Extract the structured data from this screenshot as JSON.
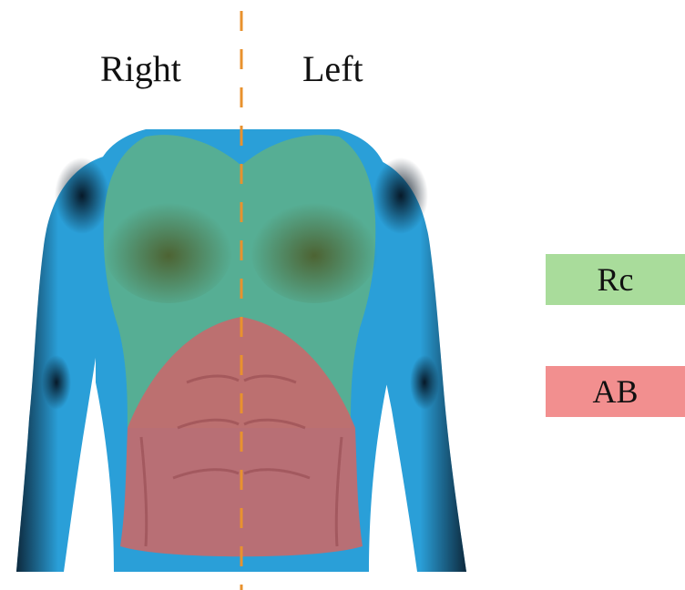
{
  "labels": {
    "right": "Right",
    "left": "Left"
  },
  "legend": [
    {
      "label": "Rc",
      "color": "#a9dc9b"
    },
    {
      "label": "AB",
      "color": "#f28f8f"
    }
  ],
  "colors": {
    "body": "#2a9fd8",
    "body_shadow": "#0b1f33",
    "rc_region": "#5cb18a",
    "ab_region": "#c46a6c",
    "midline": "#e8922e"
  }
}
